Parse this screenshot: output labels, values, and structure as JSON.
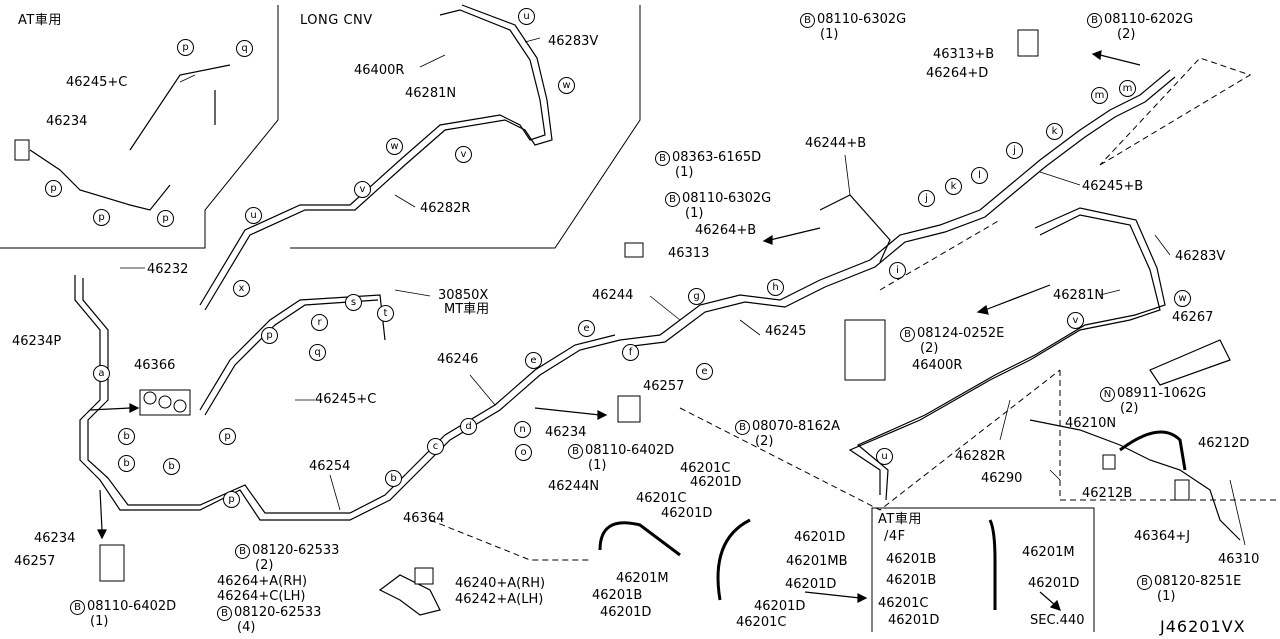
{
  "diagram_id": "J46201VX",
  "panels": {
    "at_panel_title": "AT車用",
    "long_conv_title": "LONG CNV",
    "at_4f_title": "AT車用",
    "at_4f_sub": "/4F"
  },
  "parts": {
    "p46245C_a": "46245+C",
    "p46234_a": "46234",
    "p46400R_a": "46400R",
    "p46283V_a": "46283V",
    "p46281N_a": "46281N",
    "p46282R_a": "46282R",
    "p46232": "46232",
    "p46234P": "46234P",
    "p46366": "46366",
    "p30850X": "30850X",
    "mt_note": "MT車用",
    "p46245C_b": "46245+C",
    "p46254": "46254",
    "p46246": "46246",
    "p46244": "46244",
    "p46245": "46245",
    "p46257_a": "46257",
    "p46234_b": "46234",
    "p46244N": "46244N",
    "p46364_a": "46364",
    "p46240A": "46240+A(RH)",
    "p46242A": "46242+A(LH)",
    "p46264A": "46264+A(RH)",
    "p46264C": "46264+C(LH)",
    "p46234_c": "46234",
    "p46257_b": "46257",
    "p46244B": "46244+B",
    "p46264B": "46264+B",
    "p46313": "46313",
    "p46245B": "46245+B",
    "p46313B": "46313+B",
    "p46264D": "46264+D",
    "p46283V_b": "46283V",
    "p46281N_b": "46281N",
    "p46267": "46267",
    "p46400R_b": "46400R",
    "p46282R_b": "46282R",
    "p46290": "46290",
    "p46210N": "46210N",
    "p46212D": "46212D",
    "p46212B": "46212B",
    "p46364J": "46364+J",
    "p46310": "46310",
    "p46201C_1": "46201C",
    "p46201D_1": "46201D",
    "p46201C_2": "46201C",
    "p46201D_2": "46201D",
    "p46201D_3": "46201D",
    "p46201MB": "46201MB",
    "p46201D_4": "46201D",
    "p46201M": "46201M",
    "p46201B": "46201B",
    "p46201D_5": "46201D",
    "p46201D_6": "46201D",
    "p46201C_3": "46201C",
    "p46201B_2": "46201B",
    "p46201M_2": "46201M",
    "p46201B_3": "46201B",
    "p46201D_7": "46201D",
    "p46201C_4": "46201C",
    "p46201D_8": "46201D",
    "sec440": "SEC.440"
  },
  "bolts": {
    "b_08110_6302G_top": {
      "code": "B",
      "part": "08110-6302G",
      "qty": "(1)"
    },
    "b_08110_6202G": {
      "code": "B",
      "part": "08110-6202G",
      "qty": "(2)"
    },
    "b_08363_6165D": {
      "code": "B",
      "part": "08363-6165D",
      "qty": "(1)"
    },
    "b_08110_6302G_mid": {
      "code": "B",
      "part": "08110-6302G",
      "qty": "(1)"
    },
    "b_08124_0252E": {
      "code": "B",
      "part": "08124-0252E",
      "qty": "(2)"
    },
    "n_08911_1062G": {
      "code": "N",
      "part": "08911-1062G",
      "qty": "(2)"
    },
    "b_08070_8162A": {
      "code": "B",
      "part": "08070-8162A",
      "qty": "(2)"
    },
    "b_08110_6402D_mid": {
      "code": "B",
      "part": "08110-6402D",
      "qty": "(1)"
    },
    "b_08120_62533_a": {
      "code": "B",
      "part": "08120-62533",
      "qty": "(2)"
    },
    "b_08120_62533_b": {
      "code": "B",
      "part": "08120-62533",
      "qty": "(4)"
    },
    "b_08110_6402D_low": {
      "code": "B",
      "part": "08110-6402D",
      "qty": "(1)"
    },
    "b_08120_8251E": {
      "code": "B",
      "part": "08120-8251E",
      "qty": "(1)"
    }
  },
  "clips": [
    "a",
    "b",
    "b",
    "b",
    "b",
    "c",
    "d",
    "e",
    "e",
    "e",
    "f",
    "g",
    "h",
    "i",
    "j",
    "j",
    "k",
    "k",
    "l",
    "m",
    "m",
    "n",
    "o",
    "p",
    "p",
    "p",
    "p",
    "p",
    "p",
    "p",
    "q",
    "q",
    "r",
    "s",
    "t",
    "u",
    "u",
    "u",
    "v",
    "v",
    "v",
    "w",
    "w",
    "w",
    "x"
  ]
}
